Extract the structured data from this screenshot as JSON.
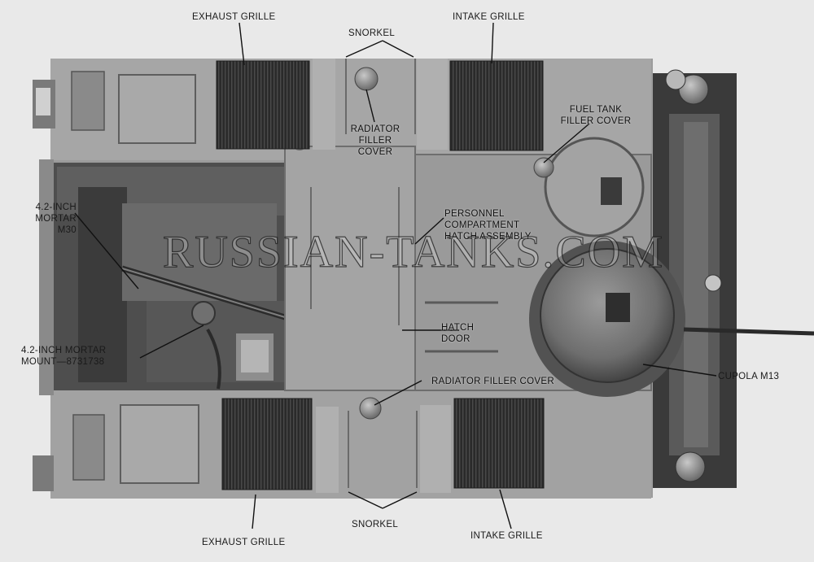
{
  "labels": {
    "exhaust_grille_top": "EXHAUST GRILLE",
    "snorkel_top": "SNORKEL",
    "intake_grille_top": "INTAKE GRILLE",
    "radiator_filler_cover": [
      "RADIATOR",
      "FILLER",
      "COVER"
    ],
    "fuel_tank_filler_cover": [
      "FUEL TANK",
      "FILLER COVER"
    ],
    "mortar": [
      "4.2-INCH",
      "MORTAR",
      "M30"
    ],
    "personnel_hatch": [
      "PERSONNEL",
      "COMPARTMENT",
      "HATCH ASSEMBLY"
    ],
    "hatch_door": [
      "HATCH",
      "DOOR"
    ],
    "mortar_mount": [
      "4.2-INCH MORTAR",
      "MOUNT—8731738"
    ],
    "radiator_filler_cover_lower": "RADIATOR FILLER COVER",
    "cupola": "CUPOLA M13",
    "exhaust_grille_bottom": "EXHAUST GRILLE",
    "snorkel_bottom": "SNORKEL",
    "intake_grille_bottom": "INTAKE GRILLE"
  },
  "watermark": "RUSSIAN-TANKS.COM"
}
